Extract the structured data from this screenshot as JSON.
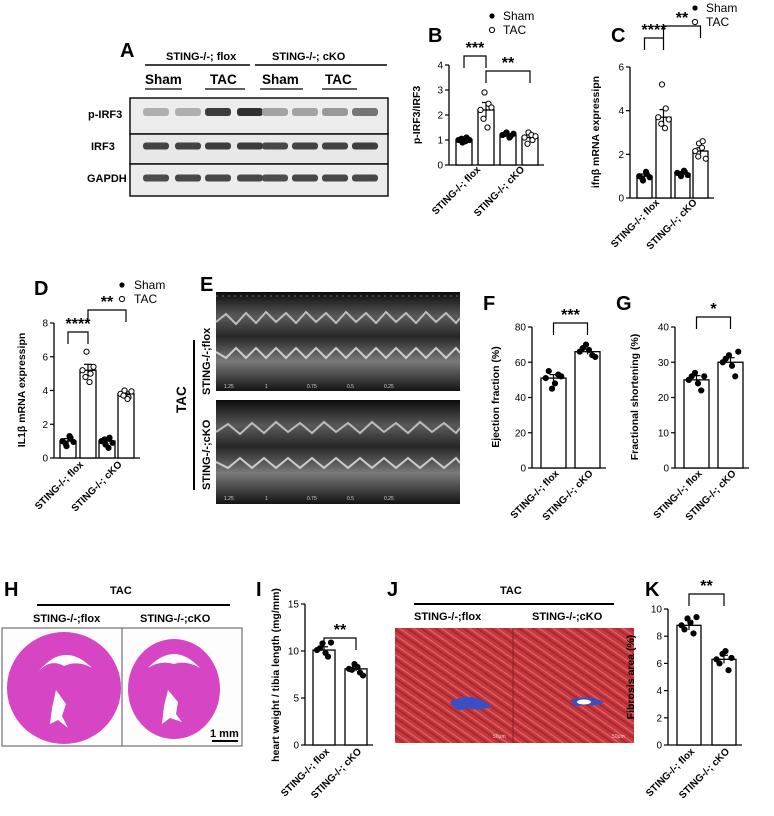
{
  "panel_letters": [
    "A",
    "B",
    "C",
    "D",
    "E",
    "F",
    "G",
    "H",
    "I",
    "J",
    "K"
  ],
  "blot": {
    "group_headers": [
      "STING-/-; flox",
      "STING-/-; cKO"
    ],
    "lane_labels": [
      "Sham",
      "TAC",
      "Sham",
      "TAC"
    ],
    "rows": [
      "p-IRF3",
      "IRF3",
      "GAPDH"
    ],
    "p_irf3_intensity": [
      0.35,
      0.35,
      0.85,
      0.9,
      0.4,
      0.4,
      0.45,
      0.6
    ]
  },
  "legend": {
    "sham": "Sham",
    "tac": "TAC"
  },
  "echo": {
    "side_label": "TAC",
    "rows": [
      "STING-/-;flox",
      "STING-/-;cKO"
    ],
    "scale_ticks": [
      "1.25",
      "1",
      "0.75",
      "0.5",
      "0.25"
    ]
  },
  "histology": {
    "h_header": "TAC",
    "h_labels": [
      "STING-/-;flox",
      "STING-/-;cKO"
    ],
    "scale_bar": "1 mm",
    "j_header": "TAC",
    "j_labels": [
      "STING-/-;flox",
      "STING-/-;cKO"
    ],
    "j_scale": "50μm"
  },
  "colors": {
    "bar_fill": "#ffffff",
    "stroke": "#000000",
    "he_stain": "#d645c4",
    "trichrome": "#c8383e",
    "collagen": "#3b4fc4"
  },
  "chart_data": [
    {
      "id": "B",
      "type": "bar",
      "ylabel": "p-IRF3/IRF3",
      "ylim": [
        0,
        4
      ],
      "yticks": [
        0,
        1,
        2,
        3,
        4
      ],
      "categories": [
        "STING-/-; flox",
        "STING-/-; cKO"
      ],
      "series": [
        {
          "name": "Sham",
          "values": [
            1.0,
            1.2
          ]
        },
        {
          "name": "TAC",
          "values": [
            2.2,
            1.1
          ]
        }
      ],
      "points": [
        [
          1.0,
          0.9,
          1.1,
          1.05,
          0.95,
          1.0
        ],
        [
          2.2,
          2.9,
          2.45,
          1.85,
          1.5,
          2.3
        ],
        [
          1.2,
          1.3,
          1.15,
          1.25,
          1.1,
          1.25
        ],
        [
          1.1,
          1.3,
          1.0,
          0.85,
          1.2,
          1.15
        ]
      ],
      "sems": [
        0.07,
        0.3,
        0.05,
        0.1
      ],
      "significance": [
        {
          "from": 0,
          "to": 1,
          "label": "***"
        },
        {
          "from": 1,
          "to": 3,
          "label": "**"
        }
      ]
    },
    {
      "id": "C",
      "type": "bar",
      "ylabel": "ifnβ mRNA expressipn",
      "ylim": [
        0,
        6
      ],
      "yticks": [
        0,
        2,
        4,
        6
      ],
      "categories": [
        "STING-/-; flox",
        "STING-/-; cKO"
      ],
      "series": [
        {
          "name": "Sham",
          "values": [
            1.0,
            1.1
          ]
        },
        {
          "name": "TAC",
          "values": [
            3.7,
            2.15
          ]
        }
      ],
      "points": [
        [
          1.0,
          0.8,
          1.1,
          0.9,
          1.2,
          0.95
        ],
        [
          3.7,
          5.2,
          4.1,
          3.4,
          3.2,
          3.6
        ],
        [
          1.15,
          1.0,
          1.2,
          1.1,
          1.25,
          1.05
        ],
        [
          2.15,
          2.5,
          2.6,
          1.9,
          2.3,
          1.8
        ]
      ],
      "sems": [
        0.1,
        0.35,
        0.05,
        0.15
      ],
      "significance": [
        {
          "from": 0,
          "to": 1,
          "label": "****"
        },
        {
          "from": 1,
          "to": 3,
          "label": "**"
        }
      ]
    },
    {
      "id": "D",
      "type": "bar",
      "ylabel": "IL1β mRNA expressipn",
      "ylim": [
        0,
        8
      ],
      "yticks": [
        0,
        2,
        4,
        6,
        8
      ],
      "categories": [
        "STING-/-; flox",
        "STING-/-; cKO"
      ],
      "series": [
        {
          "name": "Sham",
          "values": [
            1.0,
            1.0
          ]
        },
        {
          "name": "TAC",
          "values": [
            5.2,
            3.8
          ]
        }
      ],
      "points": [
        [
          1.0,
          0.7,
          1.2,
          0.85,
          1.3,
          0.95
        ],
        [
          5.2,
          6.3,
          5.0,
          4.8,
          4.5,
          5.4
        ],
        [
          1.0,
          0.8,
          1.2,
          1.1,
          0.6,
          0.9
        ],
        [
          3.8,
          4.0,
          3.6,
          3.7,
          3.5,
          3.95
        ]
      ],
      "sems": [
        0.15,
        0.35,
        0.1,
        0.12
      ],
      "significance": [
        {
          "from": 0,
          "to": 1,
          "label": "****"
        },
        {
          "from": 1,
          "to": 3,
          "label": "**"
        }
      ]
    },
    {
      "id": "F",
      "type": "bar",
      "ylabel": "Ejection fraction (%)",
      "ylim": [
        0,
        80
      ],
      "yticks": [
        0,
        20,
        40,
        60,
        80
      ],
      "categories": [
        "STING-/-; flox",
        "STING-/-; cKO"
      ],
      "values": [
        51,
        66
      ],
      "points": [
        [
          51,
          45,
          53,
          55,
          48,
          52
        ],
        [
          66,
          70,
          64,
          68,
          67,
          63
        ]
      ],
      "sems": [
        2,
        1.5
      ],
      "significance": [
        {
          "from": 0,
          "to": 1,
          "label": "***"
        }
      ]
    },
    {
      "id": "G",
      "type": "bar",
      "ylabel": "Fractional shortening (%)",
      "ylim": [
        0,
        40
      ],
      "yticks": [
        0,
        10,
        20,
        30,
        40
      ],
      "categories": [
        "STING-/-; flox",
        "STING-/-; cKO"
      ],
      "values": [
        25,
        30
      ],
      "points": [
        [
          25,
          27,
          22,
          26,
          24,
          26
        ],
        [
          30,
          32,
          26,
          31,
          29,
          33
        ]
      ],
      "sems": [
        1.2,
        1.3
      ],
      "significance": [
        {
          "from": 0,
          "to": 1,
          "label": "*"
        }
      ]
    },
    {
      "id": "I",
      "type": "bar",
      "ylabel": "heart weight / tibia length (mg/mm)",
      "ylim": [
        0,
        15
      ],
      "yticks": [
        0,
        5,
        10,
        15
      ],
      "categories": [
        "STING-/-; flox",
        "STING-/-; cKO"
      ],
      "values": [
        10.1,
        8.1
      ],
      "points": [
        [
          10.1,
          10.8,
          9.4,
          10.3,
          9.8,
          10.9
        ],
        [
          8.1,
          8.6,
          7.7,
          8.0,
          8.3,
          7.4
        ],
        []
      ],
      "sems": [
        0.35,
        0.25
      ],
      "significance": [
        {
          "from": 0,
          "to": 1,
          "label": "**"
        }
      ]
    },
    {
      "id": "K",
      "type": "bar",
      "ylabel": "Fibrosis area (%)",
      "ylim": [
        0,
        10
      ],
      "yticks": [
        0,
        2,
        4,
        6,
        8,
        10
      ],
      "categories": [
        "STING-/-; flox",
        "STING-/-; cKO"
      ],
      "values": [
        8.8,
        6.3
      ],
      "points": [
        [
          8.8,
          9.3,
          8.2,
          8.5,
          9.0,
          9.4
        ],
        [
          6.3,
          6.7,
          5.5,
          6.0,
          6.9,
          6.4
        ]
      ],
      "sems": [
        0.35,
        0.3
      ],
      "significance": [
        {
          "from": 0,
          "to": 1,
          "label": "**"
        }
      ]
    }
  ]
}
